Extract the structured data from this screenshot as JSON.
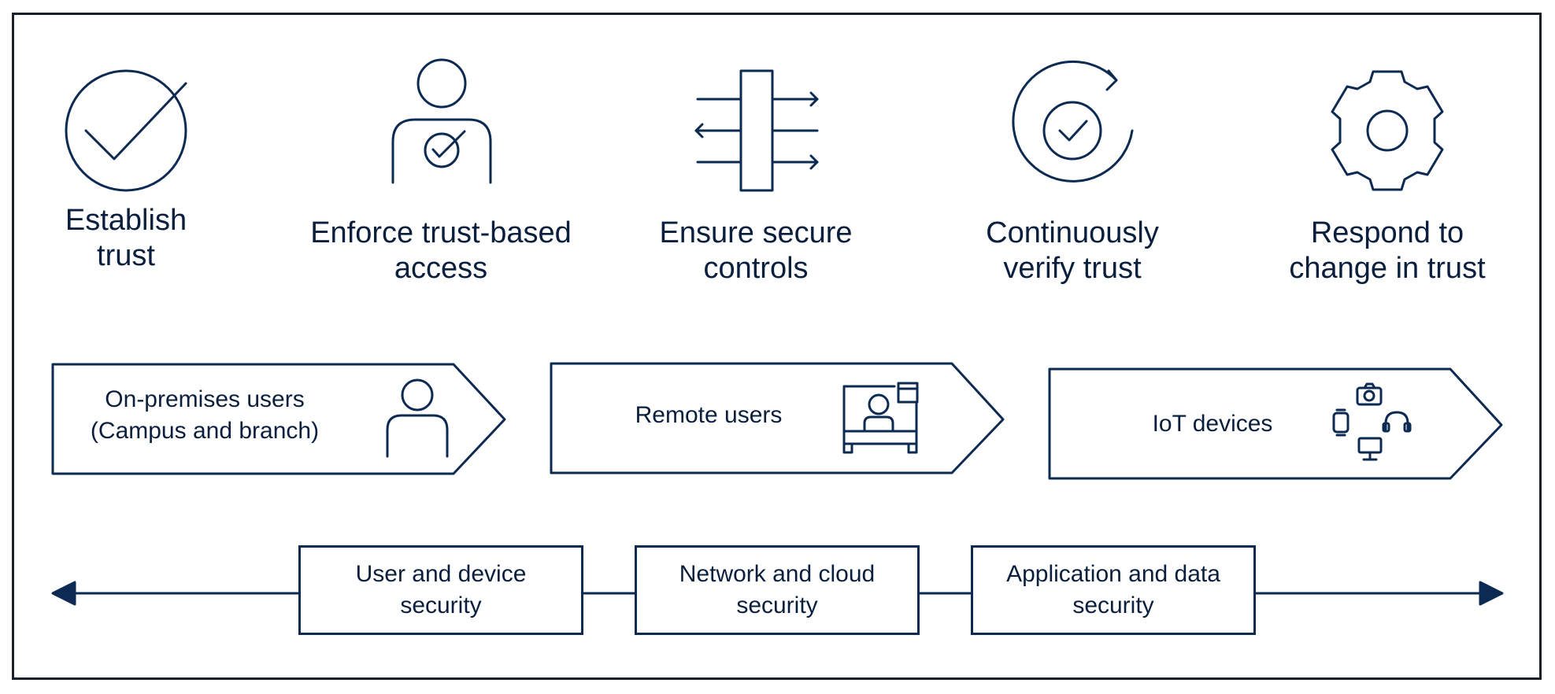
{
  "colors": {
    "stroke": "#0d2a52",
    "text": "#0a1f3d",
    "frame": "#1b1f2a"
  },
  "steps": [
    {
      "icon": "check-circle-icon",
      "label": "Establish\ntrust"
    },
    {
      "icon": "user-check-icon",
      "label": "Enforce trust-based\naccess"
    },
    {
      "icon": "controls-arrows-icon",
      "label": "Ensure secure\ncontrols"
    },
    {
      "icon": "refresh-check-icon",
      "label": "Continuously\nverify trust"
    },
    {
      "icon": "gear-icon",
      "label": "Respond to\nchange in trust"
    }
  ],
  "user_groups": [
    {
      "icon": "person-icon",
      "label": "On-premises users\n(Campus and branch)"
    },
    {
      "icon": "remote-desk-icon",
      "label": "Remote users"
    },
    {
      "icon": "iot-devices-icon",
      "label": "IoT devices"
    }
  ],
  "security_domains": [
    {
      "label": "User and device\nsecurity"
    },
    {
      "label": "Network and cloud\nsecurity"
    },
    {
      "label": "Application and data\nsecurity"
    }
  ]
}
